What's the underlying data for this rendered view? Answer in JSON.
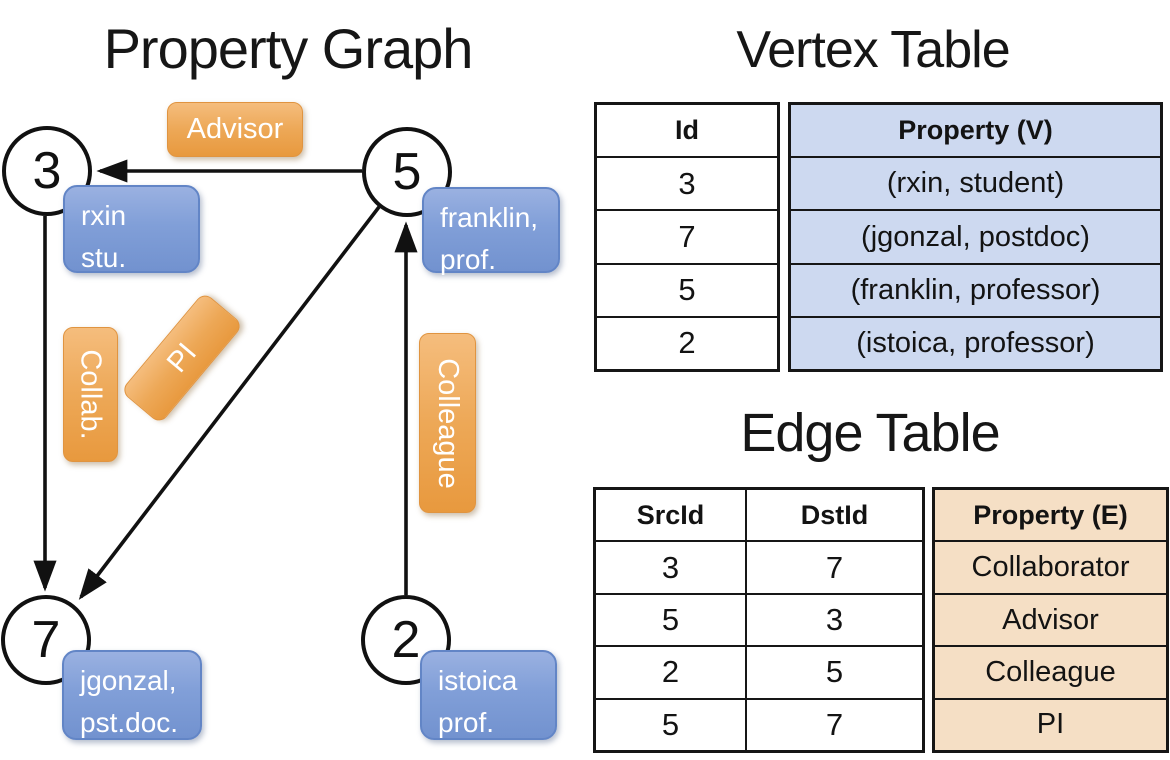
{
  "graph": {
    "title": "Property Graph",
    "nodes": [
      {
        "id": "3",
        "prop_line1": "rxin",
        "prop_line2": "stu."
      },
      {
        "id": "5",
        "prop_line1": "franklin,",
        "prop_line2": "prof."
      },
      {
        "id": "7",
        "prop_line1": "jgonzal,",
        "prop_line2": "pst.doc."
      },
      {
        "id": "2",
        "prop_line1": "istoica",
        "prop_line2": "prof."
      }
    ],
    "edge_labels": {
      "advisor": "Advisor",
      "collab": "Collab.",
      "pi": "PI",
      "colleague": "Colleague"
    }
  },
  "vertex_table": {
    "title": "Vertex Table",
    "columns": {
      "id": "Id",
      "property": "Property (V)"
    },
    "rows": [
      {
        "id": "3",
        "property": "(rxin, student)"
      },
      {
        "id": "7",
        "property": "(jgonzal, postdoc)"
      },
      {
        "id": "5",
        "property": "(franklin, professor)"
      },
      {
        "id": "2",
        "property": "(istoica, professor)"
      }
    ]
  },
  "edge_table": {
    "title": "Edge Table",
    "columns": {
      "src": "SrcId",
      "dst": "DstId",
      "property": "Property (E)"
    },
    "rows": [
      {
        "src": "3",
        "dst": "7",
        "property": "Collaborator"
      },
      {
        "src": "5",
        "dst": "3",
        "property": "Advisor"
      },
      {
        "src": "2",
        "dst": "5",
        "property": "Colleague"
      },
      {
        "src": "5",
        "dst": "7",
        "property": "PI"
      }
    ]
  },
  "colors": {
    "vertex_box": "#7e9dd8",
    "edge_box": "#eda857",
    "vertex_table_fill": "#cdd9f0",
    "edge_table_fill": "#f5dfc5",
    "line": "#111111"
  }
}
